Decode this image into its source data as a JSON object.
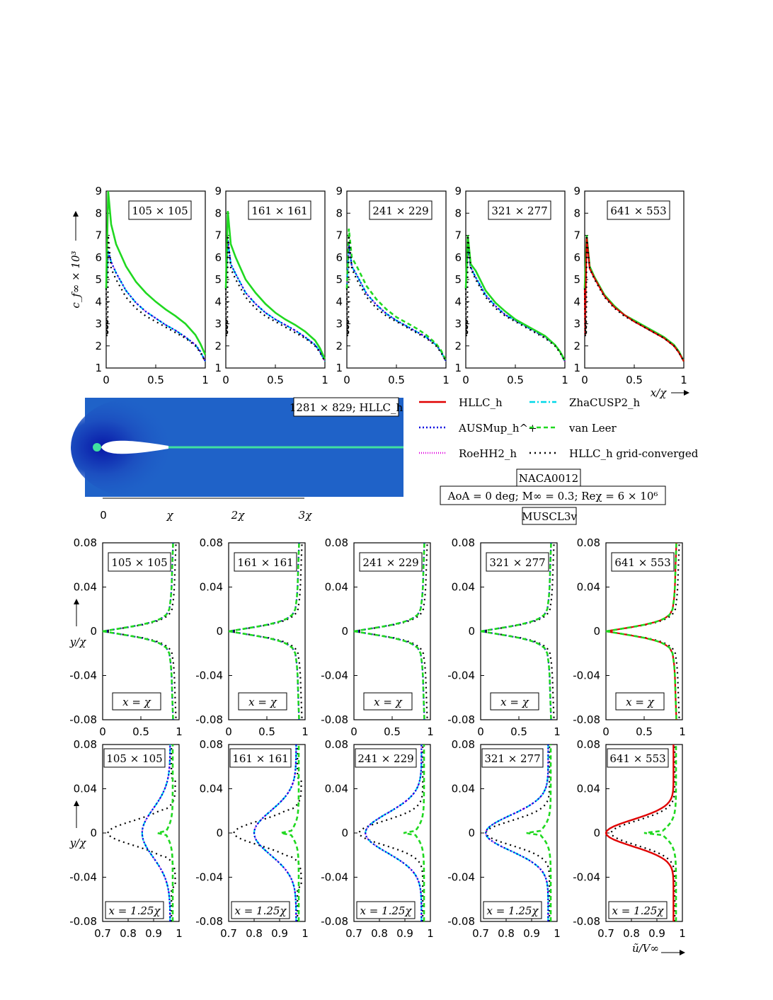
{
  "colors": {
    "HLLCh": "#e00000",
    "ZhaCUSP2h": "#00d8e8",
    "AUSMup": "#0000e0",
    "vanLeer": "#20d820",
    "RoeHH2h": "#e000e0",
    "converged": "#000000"
  },
  "legend": [
    {
      "key": "HLLCh",
      "label": "HLLC_h",
      "style": "solid"
    },
    {
      "key": "ZhaCUSP2h",
      "label": "ZhaCUSP2_h",
      "style": "dashdot"
    },
    {
      "key": "AUSMup",
      "label": "AUSMup_h^+",
      "style": "dotted"
    },
    {
      "key": "vanLeer",
      "label": "van Leer",
      "style": "dashed"
    },
    {
      "key": "RoeHH2h",
      "label": "RoeHH2_h",
      "style": "fine"
    },
    {
      "key": "converged",
      "label": "HLLC_h grid-converged",
      "style": "dots"
    }
  ],
  "info_boxes": [
    "NACA0012",
    "AoA = 0 deg; M∞ = 0.3; Reχ = 6 × 10⁶",
    "MUSCL3v"
  ],
  "contour": {
    "label": "1281 × 829; HLLC_h",
    "axis_ticks": [
      "0",
      "χ",
      "2χ",
      "3χ"
    ]
  },
  "chart_data": [
    {
      "type": "line",
      "title": "skin friction",
      "ylabel": "c_f∞ × 10³",
      "xlabel": "x/χ",
      "xlim": [
        0,
        1
      ],
      "ylim": [
        1,
        9
      ],
      "xticks": [
        "0",
        "0.5",
        "1"
      ],
      "yticks": [
        "1",
        "2",
        "3",
        "4",
        "5",
        "6",
        "7",
        "8",
        "9"
      ],
      "grids": [
        "105 × 105",
        "161 × 161",
        "241 × 229",
        "321 × 277",
        "641 × 553"
      ],
      "x": [
        0.0,
        0.02,
        0.05,
        0.1,
        0.2,
        0.3,
        0.4,
        0.5,
        0.6,
        0.7,
        0.8,
        0.9,
        0.95,
        1.0
      ],
      "series": [
        {
          "key": "converged",
          "values": [
            4.6,
            7.0,
            5.5,
            5.0,
            4.2,
            3.7,
            3.35,
            3.1,
            2.85,
            2.6,
            2.35,
            2.0,
            1.7,
            1.3
          ]
        },
        {
          "key": "vanLeer",
          "panel_values": [
            [
              4.6,
              9.0,
              7.5,
              6.6,
              5.6,
              4.9,
              4.4,
              4.0,
              3.65,
              3.35,
              3.0,
              2.5,
              2.1,
              1.6
            ],
            [
              4.6,
              8.1,
              6.6,
              6.0,
              5.0,
              4.4,
              3.9,
              3.5,
              3.2,
              2.95,
              2.65,
              2.25,
              1.9,
              1.4
            ],
            [
              4.6,
              7.3,
              6.0,
              5.6,
              4.7,
              4.1,
              3.65,
              3.3,
              3.05,
              2.8,
              2.5,
              2.1,
              1.8,
              1.35
            ],
            [
              4.6,
              7.0,
              5.7,
              5.4,
              4.5,
              3.95,
              3.55,
              3.2,
              2.95,
              2.7,
              2.45,
              2.05,
              1.75,
              1.35
            ],
            [
              4.6,
              7.0,
              5.6,
              5.1,
              4.3,
              3.8,
              3.4,
              3.15,
              2.9,
              2.65,
              2.4,
              2.05,
              1.75,
              1.3
            ]
          ]
        },
        {
          "key": "AUSMup",
          "panel_values": [
            [
              4.6,
              6.3,
              5.8,
              5.3,
              4.5,
              3.95,
              3.55,
              3.25,
              2.95,
              2.7,
              2.4,
              2.05,
              1.75,
              1.3
            ],
            [
              4.6,
              6.8,
              5.7,
              5.25,
              4.4,
              3.9,
              3.5,
              3.2,
              2.95,
              2.7,
              2.4,
              2.05,
              1.75,
              1.3
            ],
            [
              4.6,
              6.6,
              5.6,
              5.2,
              4.35,
              3.85,
              3.45,
              3.15,
              2.9,
              2.65,
              2.4,
              2.05,
              1.75,
              1.3
            ],
            [
              4.6,
              6.5,
              5.55,
              5.1,
              4.3,
              3.8,
              3.4,
              3.15,
              2.9,
              2.65,
              2.4,
              2.05,
              1.75,
              1.3
            ],
            [
              4.6,
              6.9,
              5.5,
              5.05,
              4.25,
              3.75,
              3.4,
              3.1,
              2.85,
              2.6,
              2.35,
              2.0,
              1.7,
              1.3
            ]
          ]
        }
      ]
    },
    {
      "type": "line",
      "title": "velocity profile x = χ",
      "station": "x = χ",
      "ylabel": "y/χ",
      "xlim": [
        0,
        1
      ],
      "ylim": [
        -0.08,
        0.08
      ],
      "xticks": [
        "0",
        "0.5",
        "1"
      ],
      "yticks": [
        "0.08",
        "0.04",
        "0",
        "-0.04",
        "-0.08"
      ],
      "grids": [
        "105 × 105",
        "161 × 161",
        "241 × 229",
        "321 × 277",
        "641 × 553"
      ],
      "profile": {
        "y": [
          0,
          0.002,
          0.004,
          0.006,
          0.008,
          0.01,
          0.012,
          0.015,
          0.02,
          0.03,
          0.04,
          0.06,
          0.08
        ],
        "u": [
          0.0,
          0.18,
          0.36,
          0.52,
          0.64,
          0.73,
          0.79,
          0.85,
          0.89,
          0.91,
          0.92,
          0.93,
          0.94
        ]
      }
    },
    {
      "type": "line",
      "title": "velocity profile x = 1.25χ",
      "station": "x = 1.25χ",
      "ylabel": "y/χ",
      "xlabel": "ũ/V∞",
      "xlim": [
        0.7,
        1
      ],
      "ylim": [
        -0.08,
        0.08
      ],
      "xticks": [
        "0.7",
        "0.8",
        "0.9",
        "1"
      ],
      "yticks": [
        "0.08",
        "0.04",
        "0",
        "-0.04",
        "-0.08"
      ],
      "grids": [
        "105 × 105",
        "161 × 161",
        "241 × 229",
        "321 × 277",
        "641 × 553"
      ],
      "wake_min": [
        0.855,
        0.8,
        0.745,
        0.72,
        0.7
      ],
      "wake_width": [
        0.022,
        0.02,
        0.018,
        0.016,
        0.012
      ],
      "vanleer_min": [
        0.915,
        0.905,
        0.895,
        0.88,
        0.85
      ],
      "converged_min": 0.72
    }
  ]
}
